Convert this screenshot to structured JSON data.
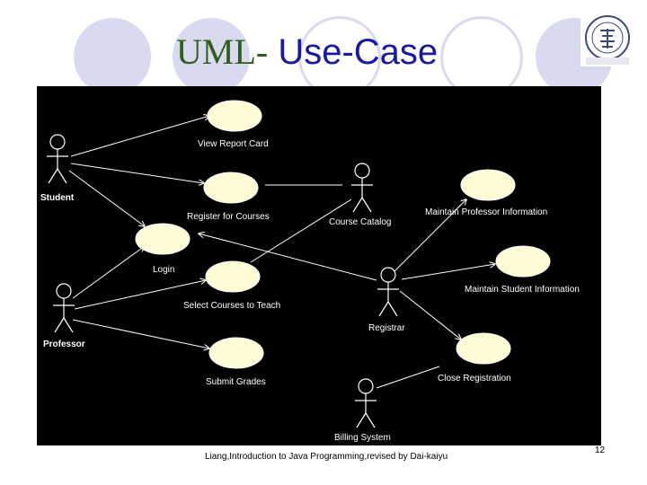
{
  "slide": {
    "title_part1": "UML-",
    "title_part2": " Use-Case",
    "footer": "Liang,Introduction to Java Programming,revised by Dai-kaiyu",
    "page_number": "12"
  },
  "diagram": {
    "actors": [
      "Student",
      "Professor",
      "Course Catalog",
      "Registrar",
      "Billing System"
    ],
    "use_cases": [
      "View Report Card",
      "Register for Courses",
      "Login",
      "Select Courses to Teach",
      "Submit Grades",
      "Maintain Professor Information",
      "Maintain Student Information",
      "Close Registration"
    ]
  },
  "colors": {
    "title_green": "#2f5f1f",
    "title_blue": "#1a1aa0",
    "use_case_fill": "#fffbd6",
    "diagram_bg": "#000000",
    "decor_circle": "#d9d9f0"
  }
}
